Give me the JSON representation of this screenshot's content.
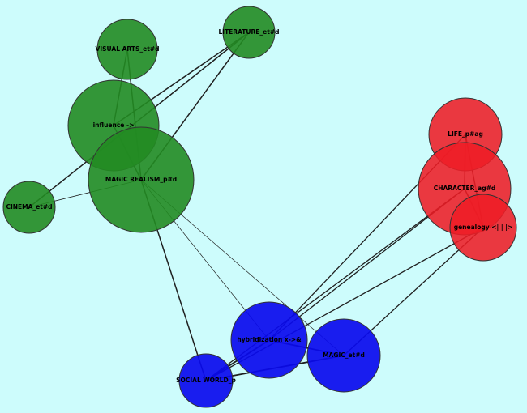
{
  "colors": {
    "background": "#cdfcfc",
    "green": "#228b22",
    "red": "#ee1c25",
    "blue": "#0a0aee"
  },
  "nodes": [
    {
      "id": "visual-arts",
      "label": "VISUAL ARTS_et#d",
      "group": "green"
    },
    {
      "id": "literature",
      "label": "LITERATURE_et#d",
      "group": "green"
    },
    {
      "id": "influence",
      "label": "influence ->",
      "group": "green"
    },
    {
      "id": "magic-realism",
      "label": "MAGIC REALISM_p#d",
      "group": "green"
    },
    {
      "id": "cinema",
      "label": "CINEMA_et#d",
      "group": "green"
    },
    {
      "id": "life",
      "label": "LIFE_p#ag",
      "group": "red"
    },
    {
      "id": "character",
      "label": "CHARACTER_ag#d",
      "group": "red"
    },
    {
      "id": "genealogy",
      "label": "genealogy <| | |>",
      "group": "red"
    },
    {
      "id": "hybridization",
      "label": "hybridization x->&",
      "group": "blue"
    },
    {
      "id": "magic",
      "label": "MAGIC_et#d",
      "group": "blue"
    },
    {
      "id": "social-world",
      "label": "SOCIAL WORLD_p",
      "group": "blue"
    }
  ],
  "edges": [
    {
      "from": "visual-arts",
      "to": "influence",
      "weight": 1.5
    },
    {
      "from": "visual-arts",
      "to": "magic-realism",
      "weight": 1.5
    },
    {
      "from": "literature",
      "to": "influence",
      "weight": 1.5
    },
    {
      "from": "literature",
      "to": "magic-realism",
      "weight": 1.5
    },
    {
      "from": "literature",
      "to": "cinema",
      "weight": 1.5
    },
    {
      "from": "cinema",
      "to": "magic-realism",
      "weight": 0.8
    },
    {
      "from": "influence",
      "to": "magic-realism",
      "weight": 1.5
    },
    {
      "from": "magic-realism",
      "to": "social-world",
      "weight": 1.5
    },
    {
      "from": "magic-realism",
      "to": "hybridization",
      "weight": 0.7
    },
    {
      "from": "magic-realism",
      "to": "magic",
      "weight": 0.7
    },
    {
      "from": "life",
      "to": "character",
      "weight": 1.5
    },
    {
      "from": "life",
      "to": "genealogy",
      "weight": 1.5
    },
    {
      "from": "character",
      "to": "genealogy",
      "weight": 1.5
    },
    {
      "from": "life",
      "to": "hybridization",
      "weight": 1.3
    },
    {
      "from": "character",
      "to": "hybridization",
      "weight": 1.3
    },
    {
      "from": "character",
      "to": "social-world",
      "weight": 1.3
    },
    {
      "from": "genealogy",
      "to": "social-world",
      "weight": 1.3
    },
    {
      "from": "genealogy",
      "to": "magic",
      "weight": 1.3
    },
    {
      "from": "hybridization",
      "to": "social-world",
      "weight": 1.8
    },
    {
      "from": "hybridization",
      "to": "magic",
      "weight": 1.8
    },
    {
      "from": "magic",
      "to": "social-world",
      "weight": 1.8
    }
  ]
}
